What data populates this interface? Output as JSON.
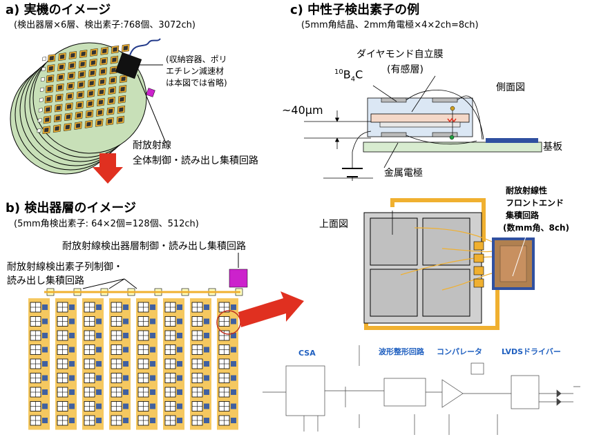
{
  "panel_a": {
    "title": "a) 実機のイメージ",
    "subtitle": "(検出器層×6層、検出素子:768個、3072ch)",
    "note": [
      "(収納容器、ポリ",
      "エチレン減速材",
      "は本図では省略)"
    ],
    "ic_label": [
      "耐放射線",
      "全体制御・読み出し集積回路"
    ]
  },
  "panel_b": {
    "title": "b) 検出器層のイメージ",
    "subtitle": "(5mm角検出素子: 64×2個=128個、512ch)",
    "layer_ic_label": "耐放射線検出器層制御・読み出し集積回路",
    "column_ic_label": [
      "耐放射線検出素子列制御・",
      "読み出し集積回路"
    ]
  },
  "panel_c": {
    "title": "c) 中性子検出素子の例",
    "subtitle": "(5mm角結晶、2mm角電極×4×2ch=8ch)",
    "diamond_label": [
      "ダイヤモンド自立膜",
      "(有感層)"
    ],
    "boron_label": {
      "iso": "10",
      "b": "B",
      "sub": "4",
      "c": "C"
    },
    "side_view": "側面図",
    "thickness": "~40µm",
    "substrate": "基板",
    "electrode": "金属電極",
    "top_view": "上面図",
    "frontend_label": [
      "耐放射線性",
      "フロントエンド",
      "集積回路",
      "(数mm角、8ch)"
    ]
  },
  "schematic": {
    "blocks": [
      "CSA",
      "波形整形回路",
      "コンパレータ",
      "LVDSドライバー"
    ]
  },
  "colors": {
    "plate": "#c8e0b8",
    "trace": "#f0b030",
    "chip": "#4060a0",
    "arrow_red": "#e03020",
    "magenta": "#cc22cc",
    "blue_text": "#2060c0"
  }
}
